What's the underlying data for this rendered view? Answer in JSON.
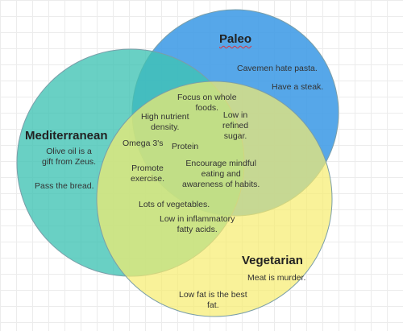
{
  "diagram": {
    "type": "venn",
    "colors": {
      "mediterranean": "#3fc3b4",
      "paleo": "#3f9be6",
      "vegetarian": "#f7ec6e",
      "outline": "#7a9ea8"
    },
    "sets": {
      "mediterranean": {
        "title": "Mediterranean",
        "notes": [
          "Olive oil is a\ngift from Zeus.",
          "Pass the bread."
        ]
      },
      "paleo": {
        "title": "Paleo",
        "notes": [
          "Cavemen hate pasta.",
          "Have a steak."
        ]
      },
      "vegetarian": {
        "title": "Vegetarian",
        "notes": [
          "Meat is murder.",
          "Low fat is the best\nfat."
        ]
      }
    },
    "shared": {
      "focus_whole_foods": "Focus on whole\nfoods.",
      "low_refined_sugar": "Low in\nrefined\nsugar.",
      "high_nutrient_density": "High nutrient\ndensity.",
      "omega3": "Omega 3's",
      "protein": "Protein",
      "promote_exercise": "Promote\nexercise.",
      "mindful_eating": "Encourage mindful\neating and\nawareness of habits.",
      "lots_of_vegetables": "Lots of vegetables.",
      "low_inflammatory": "Low in inflammatory\nfatty acids."
    }
  }
}
